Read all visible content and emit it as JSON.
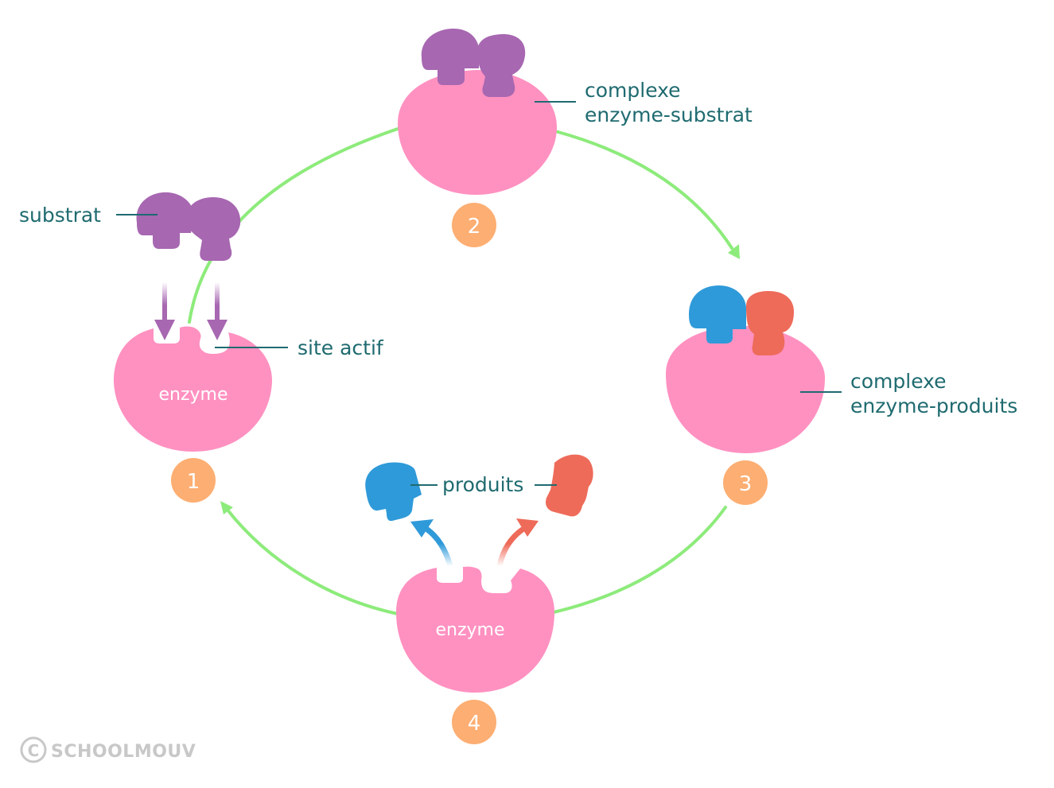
{
  "title": "Cycle de fonctionnement d'une enzyme",
  "colors": {
    "enzyme": "#ff91c1",
    "substrate": "#a767b1",
    "product_blue": "#2f9ad9",
    "product_red": "#ee6b5a",
    "cycle_arrow": "#8deb7b",
    "badge": "#fdae72",
    "label_text": "#1f6b70",
    "watermark": "#c8c8c8"
  },
  "stages": [
    {
      "number": "1",
      "name": "enzyme",
      "enzyme_label": "enzyme"
    },
    {
      "number": "2",
      "name": "complexe enzyme-substrat"
    },
    {
      "number": "3",
      "name": "complexe enzyme-produits"
    },
    {
      "number": "4",
      "name": "enzyme",
      "enzyme_label": "enzyme"
    }
  ],
  "labels": {
    "substrat": "substrat",
    "site_actif": "site actif",
    "complexe_es_line1": "complexe",
    "complexe_es_line2": "enzyme-substrat",
    "complexe_ep_line1": "complexe",
    "complexe_ep_line2": "enzyme-produits",
    "produits": "produits"
  },
  "watermark": {
    "icon": "copyright-icon",
    "symbol": "©",
    "text": "SCHOOLMOUV"
  }
}
